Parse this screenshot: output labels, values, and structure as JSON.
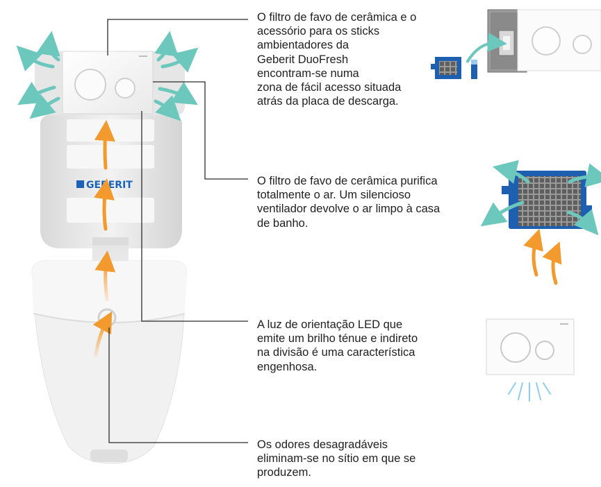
{
  "brand": {
    "logo_text": "GEBERIT",
    "color": "#1a63b8"
  },
  "colors": {
    "airflow_arrow": "#6cc7bd",
    "odor_arrow": "#f39a2e",
    "leader_line": "#2b2b2b",
    "led_glow": "#8ecdf0",
    "filter_blue": "#1f5fb0"
  },
  "callouts": [
    {
      "lines": [
        "O filtro de favo de cerâmica e o",
        "acessório para os sticks",
        "ambientadores da",
        "Geberit DuoFresh",
        "encontram-se numa",
        "zona de fácil acesso situada",
        "atrás da placa de descarga."
      ]
    },
    {
      "lines": [
        "O filtro de favo de cerâmica purifica",
        "totalmente o ar. Um silencioso",
        "ventilador devolve o ar limpo à casa",
        "de banho."
      ]
    },
    {
      "lines": [
        "A luz de orientação LED que",
        "emite um brilho ténue e indireto",
        "na divisão é uma característica",
        "engenhosa."
      ]
    },
    {
      "lines": [
        "Os odores desagradáveis",
        "eliminam-se no sítio em que se",
        "produzem."
      ]
    }
  ]
}
